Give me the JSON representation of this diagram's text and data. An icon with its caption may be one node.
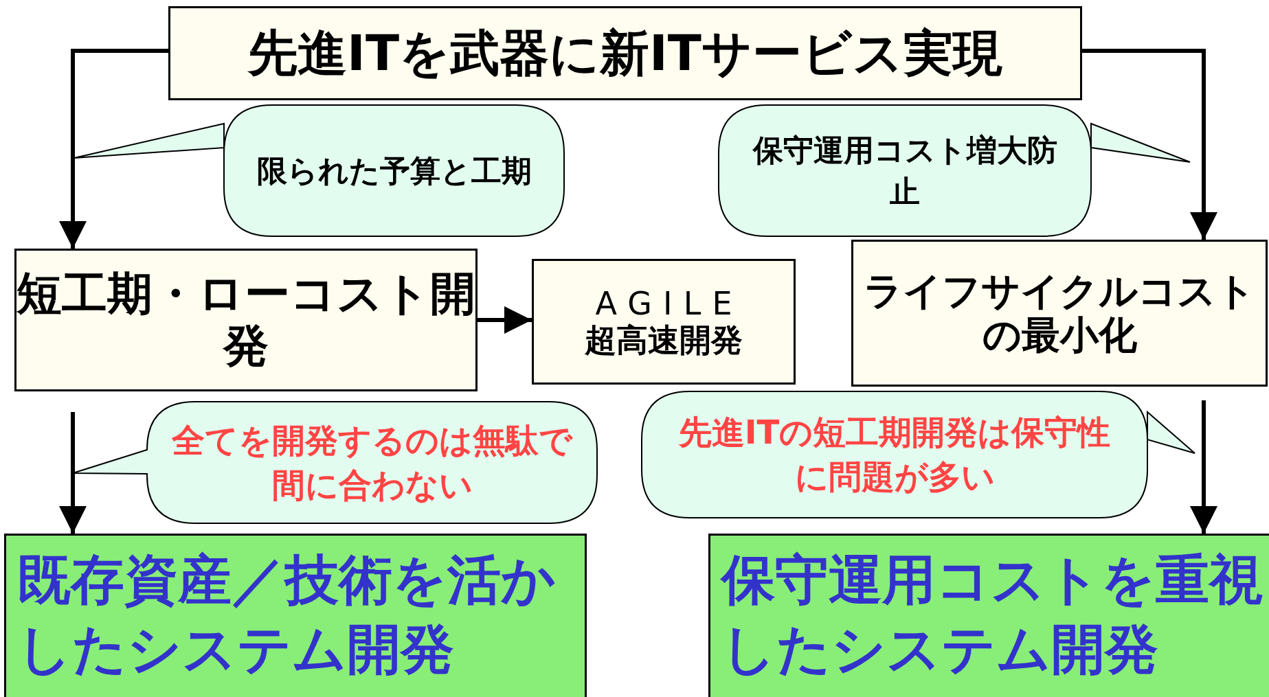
{
  "diagram": {
    "nodes": [
      {
        "text": [
          "先進ITを武器に新ITサービス実現"
        ]
      },
      {
        "text": [
          "限られた予算と工期"
        ]
      },
      {
        "text": [
          "保守運用コスト増大防止"
        ]
      },
      {
        "text": [
          "短工期・ローコスト開発"
        ]
      },
      {
        "text": [
          "AGILE",
          "超高速開発"
        ]
      },
      {
        "text": [
          "ライフサイクルコストの最小化"
        ]
      },
      {
        "text": [
          "全てを開発するのは無駄で間に合わない"
        ]
      },
      {
        "text": [
          "先進ITの短工期開発は保守性に問題が多い"
        ]
      },
      {
        "text": [
          "既存資産／技術を活かしたシステム開発"
        ]
      },
      {
        "text": [
          "保守運用コストを重視したシステム開発"
        ]
      }
    ],
    "edges": [
      {
        "from": 0,
        "to": 3,
        "arrow": "to"
      },
      {
        "from": 0,
        "to": 5,
        "arrow": "to"
      },
      {
        "from": 3,
        "to": 4,
        "arrow": "to"
      },
      {
        "from": 3,
        "to": 8,
        "arrow": "to"
      },
      {
        "from": 5,
        "to": 9,
        "arrow": "to"
      }
    ]
  }
}
